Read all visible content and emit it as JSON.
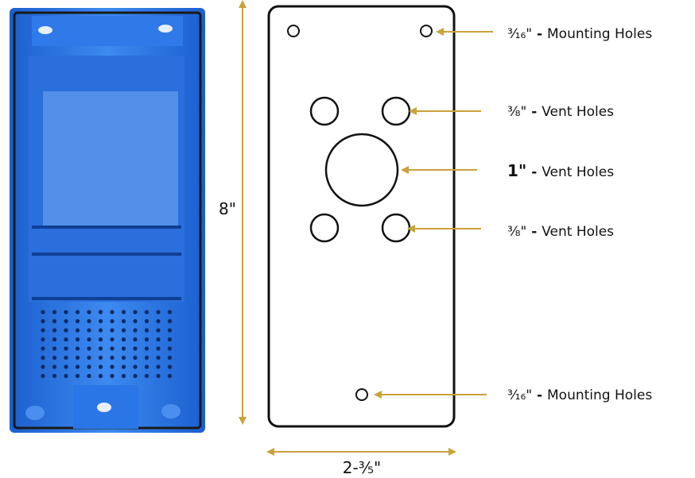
{
  "colors": {
    "accent": "#c9a23a",
    "box_blue": "#1f6fe0",
    "outline": "#111111"
  },
  "labels": {
    "top_mounting": {
      "size": "³⁄₁₆\"",
      "sep": " - ",
      "text": "Mounting Holes"
    },
    "upper_vent": {
      "size": "³⁄₈\"",
      "sep": " - ",
      "text": "Vent Holes"
    },
    "center_vent": {
      "size": "1\"",
      "sep": " - ",
      "text": "Vent Holes"
    },
    "lower_vent": {
      "size": "³⁄₈\"",
      "sep": " - ",
      "text": "Vent Holes"
    },
    "bottom_mounting": {
      "size": "³⁄₁₆\"",
      "sep": " - ",
      "text": "Mounting Holes"
    }
  },
  "dimensions": {
    "height": "8\"",
    "width": "2-³⁄₅\""
  }
}
